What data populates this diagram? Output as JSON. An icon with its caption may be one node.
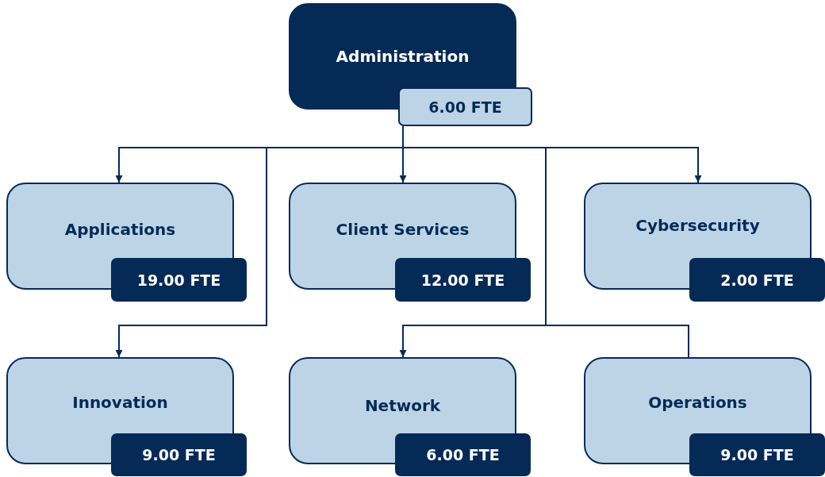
{
  "diagram": {
    "nodes": [
      {
        "text": [
          "Administration",
          "6.00 FTE"
        ]
      },
      {
        "text": [
          "Applications",
          "19.00 FTE"
        ]
      },
      {
        "text": [
          "Client Services",
          "12.00 FTE"
        ]
      },
      {
        "text": [
          "Cybersecurity",
          "2.00 FTE"
        ]
      },
      {
        "text": [
          "Innovation",
          "9.00 FTE"
        ]
      },
      {
        "text": [
          "Network",
          "6.00 FTE"
        ]
      },
      {
        "text": [
          "Operations",
          "9.00 FTE"
        ]
      }
    ],
    "edges": [
      {
        "from": 0,
        "to": 1,
        "arrow": "to"
      },
      {
        "from": 0,
        "to": 2,
        "arrow": "to"
      },
      {
        "from": 0,
        "to": 3,
        "arrow": "to"
      },
      {
        "from": 0,
        "to": 4,
        "arrow": "to"
      },
      {
        "from": 0,
        "to": 5,
        "arrow": "to"
      },
      {
        "from": 0,
        "to": 6,
        "arrow": "none"
      }
    ]
  }
}
